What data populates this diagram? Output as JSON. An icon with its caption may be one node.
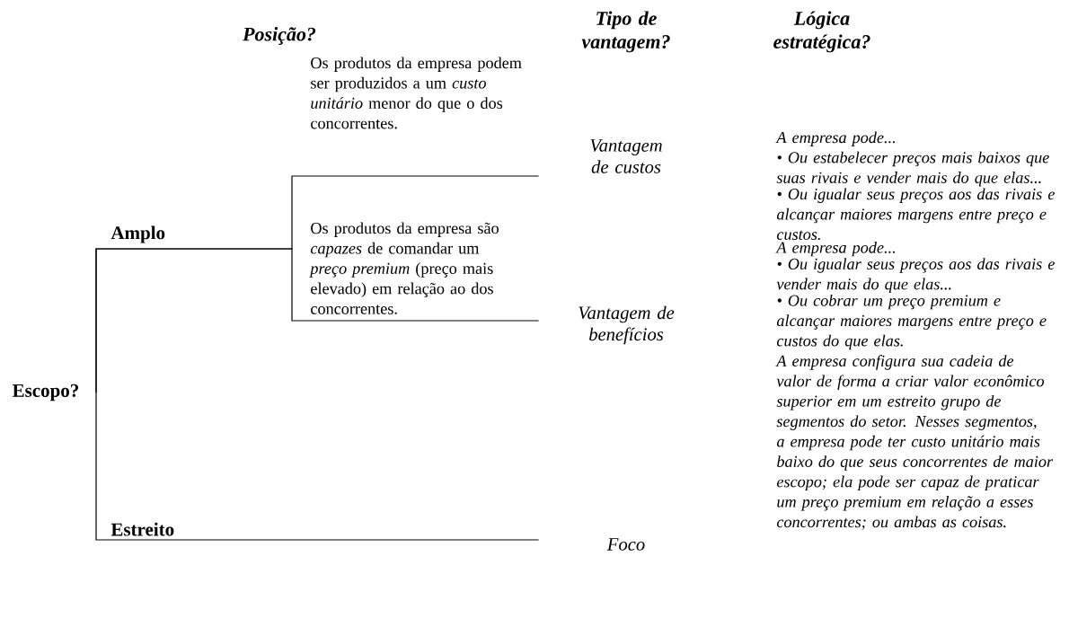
{
  "diagram": {
    "nodes": [
      {
        "text": [
          "Escopo?"
        ]
      },
      {
        "text": [
          "Vantagem de custos"
        ]
      },
      {
        "text": [
          "Vantagem de benefícios"
        ]
      },
      {
        "text": [
          "Foco"
        ]
      }
    ],
    "edges": [
      {
        "from": 0,
        "to": 1,
        "arrow": "none",
        "label": "Os produtos da empresa podem ser produzidos a um *custo unitário* menor do que o dos concorrentes."
      },
      {
        "from": 0,
        "to": 2,
        "arrow": "none",
        "label": "Os produtos da empresa são *capazes* de comandar um *preço premium* (preço mais elevado) em relação ao dos concorrentes."
      },
      {
        "from": 0,
        "to": 3,
        "arrow": "none",
        "label": "Estreito"
      }
    ],
    "labels": [
      "Tipo de vantagem?",
      "Lógica estratégica?",
      "Posição?",
      "Amplo",
      "A empresa pode...",
      "• Ou estabelecer preços mais baixos que suas rivais e vender mais do que elas...",
      "• Ou igualar seus preços aos das rivais e alcançar maiores margens entre preço e custos.",
      "A empresa pode...",
      "• Ou igualar seus preços aos das rivais e vender mais do que elas...",
      "• Ou cobrar um preço premium e alcançar maiores margens entre preço e custos do que elas.",
      "A empresa configura sua cadeia de valor de forma a criar valor econômico superior em um estreito grupo de segmentos do setor. Nesses segmentos, a empresa pode ter custo unitário mais baixo do que seus concorrentes de maior escopo; ela pode ser capaz de praticar um preço premium em relação a esses concorrentes; ou ambas as coisas."
    ]
  }
}
